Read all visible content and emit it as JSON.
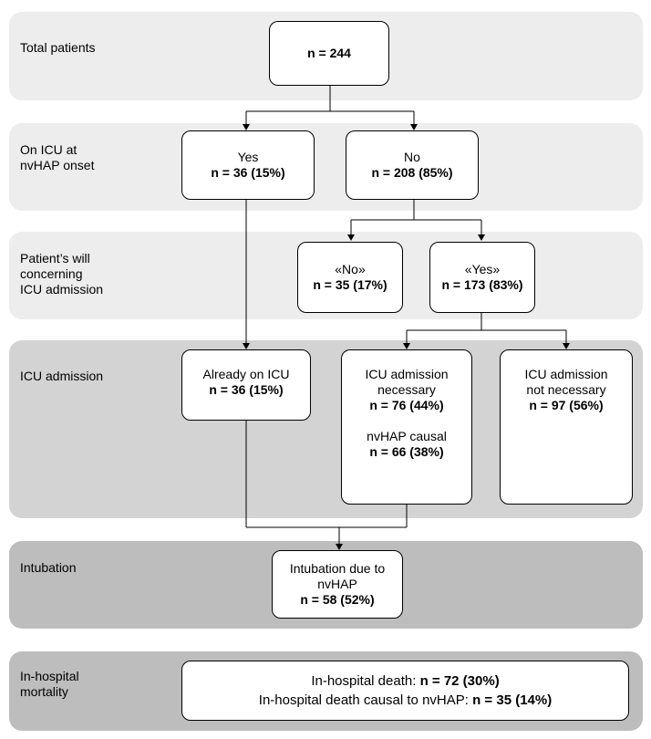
{
  "rows": {
    "total": "Total patients",
    "icu_onset": "On ICU at\nnvHAP onset",
    "will": "Patient’s will\nconcerning\nICU admission",
    "admission": "ICU admission",
    "intubation": "Intubation",
    "mortality": "In-hospital\nmortality"
  },
  "boxes": {
    "total": {
      "n": "n = 244"
    },
    "icu_yes": {
      "label": "Yes",
      "n": "n = 36 (15%)"
    },
    "icu_no": {
      "label": "No",
      "n": "n = 208 (85%)"
    },
    "will_no": {
      "label": "«No»",
      "n": "n = 35 (17%)"
    },
    "will_yes": {
      "label": "«Yes»",
      "n": "n = 173 (83%)"
    },
    "already": {
      "label": "Already on ICU",
      "n": "n = 36 (15%)"
    },
    "necessary": {
      "label1": "ICU admission",
      "label2": "necessary",
      "n": "n = 76 (44%)",
      "causal_label": "nvHAP causal",
      "causal_n": "n = 66 (38%)"
    },
    "not_necessary": {
      "label1": "ICU admission",
      "label2": "not necessary",
      "n": "n = 97 (56%)"
    },
    "intubation": {
      "label1": "Intubation due to",
      "label2": "nvHAP",
      "n": "n = 58 (52%)"
    },
    "mortality": {
      "death_label": "In-hospital death:",
      "death_n": "n = 72 (30%)",
      "causal_label": "In-hospital death causal to nvHAP:",
      "causal_n": "n = 35 (14%)"
    }
  },
  "colors": {
    "band_light": "#ededed",
    "band_mid": "#d3d3d3",
    "band_dark": "#bdbdbd",
    "line": "#000000"
  }
}
